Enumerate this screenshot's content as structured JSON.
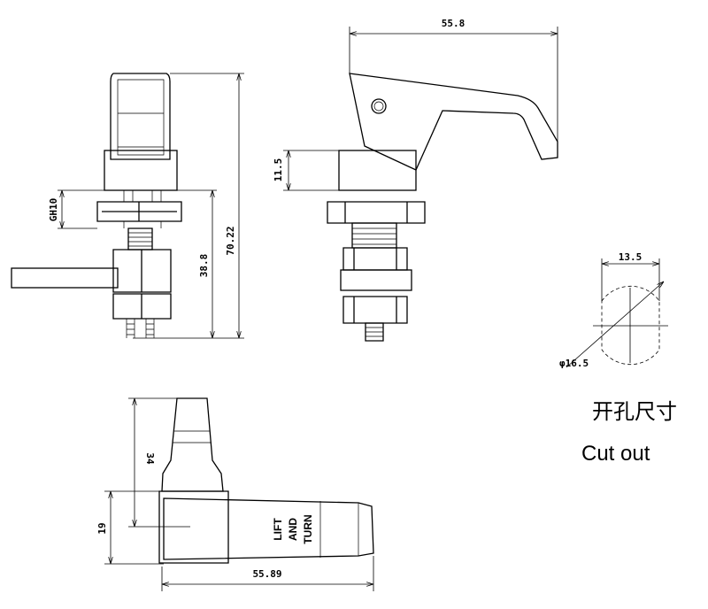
{
  "front_view": {
    "dim_thread": "GH10",
    "dim_height_lower": "38.8",
    "dim_height_total": "70.22"
  },
  "side_view": {
    "dim_length": "55.8",
    "dim_block": "11.5"
  },
  "top_view": {
    "dim_height": "34",
    "dim_width": "19",
    "dim_length": "55.89",
    "handle_text": [
      "LIFT",
      "AND",
      "TURN"
    ]
  },
  "cutout": {
    "dim_flat": "13.5",
    "dim_diameter": "φ16.5",
    "title_cn": "开孔尺寸",
    "title_en": "Cut out"
  }
}
